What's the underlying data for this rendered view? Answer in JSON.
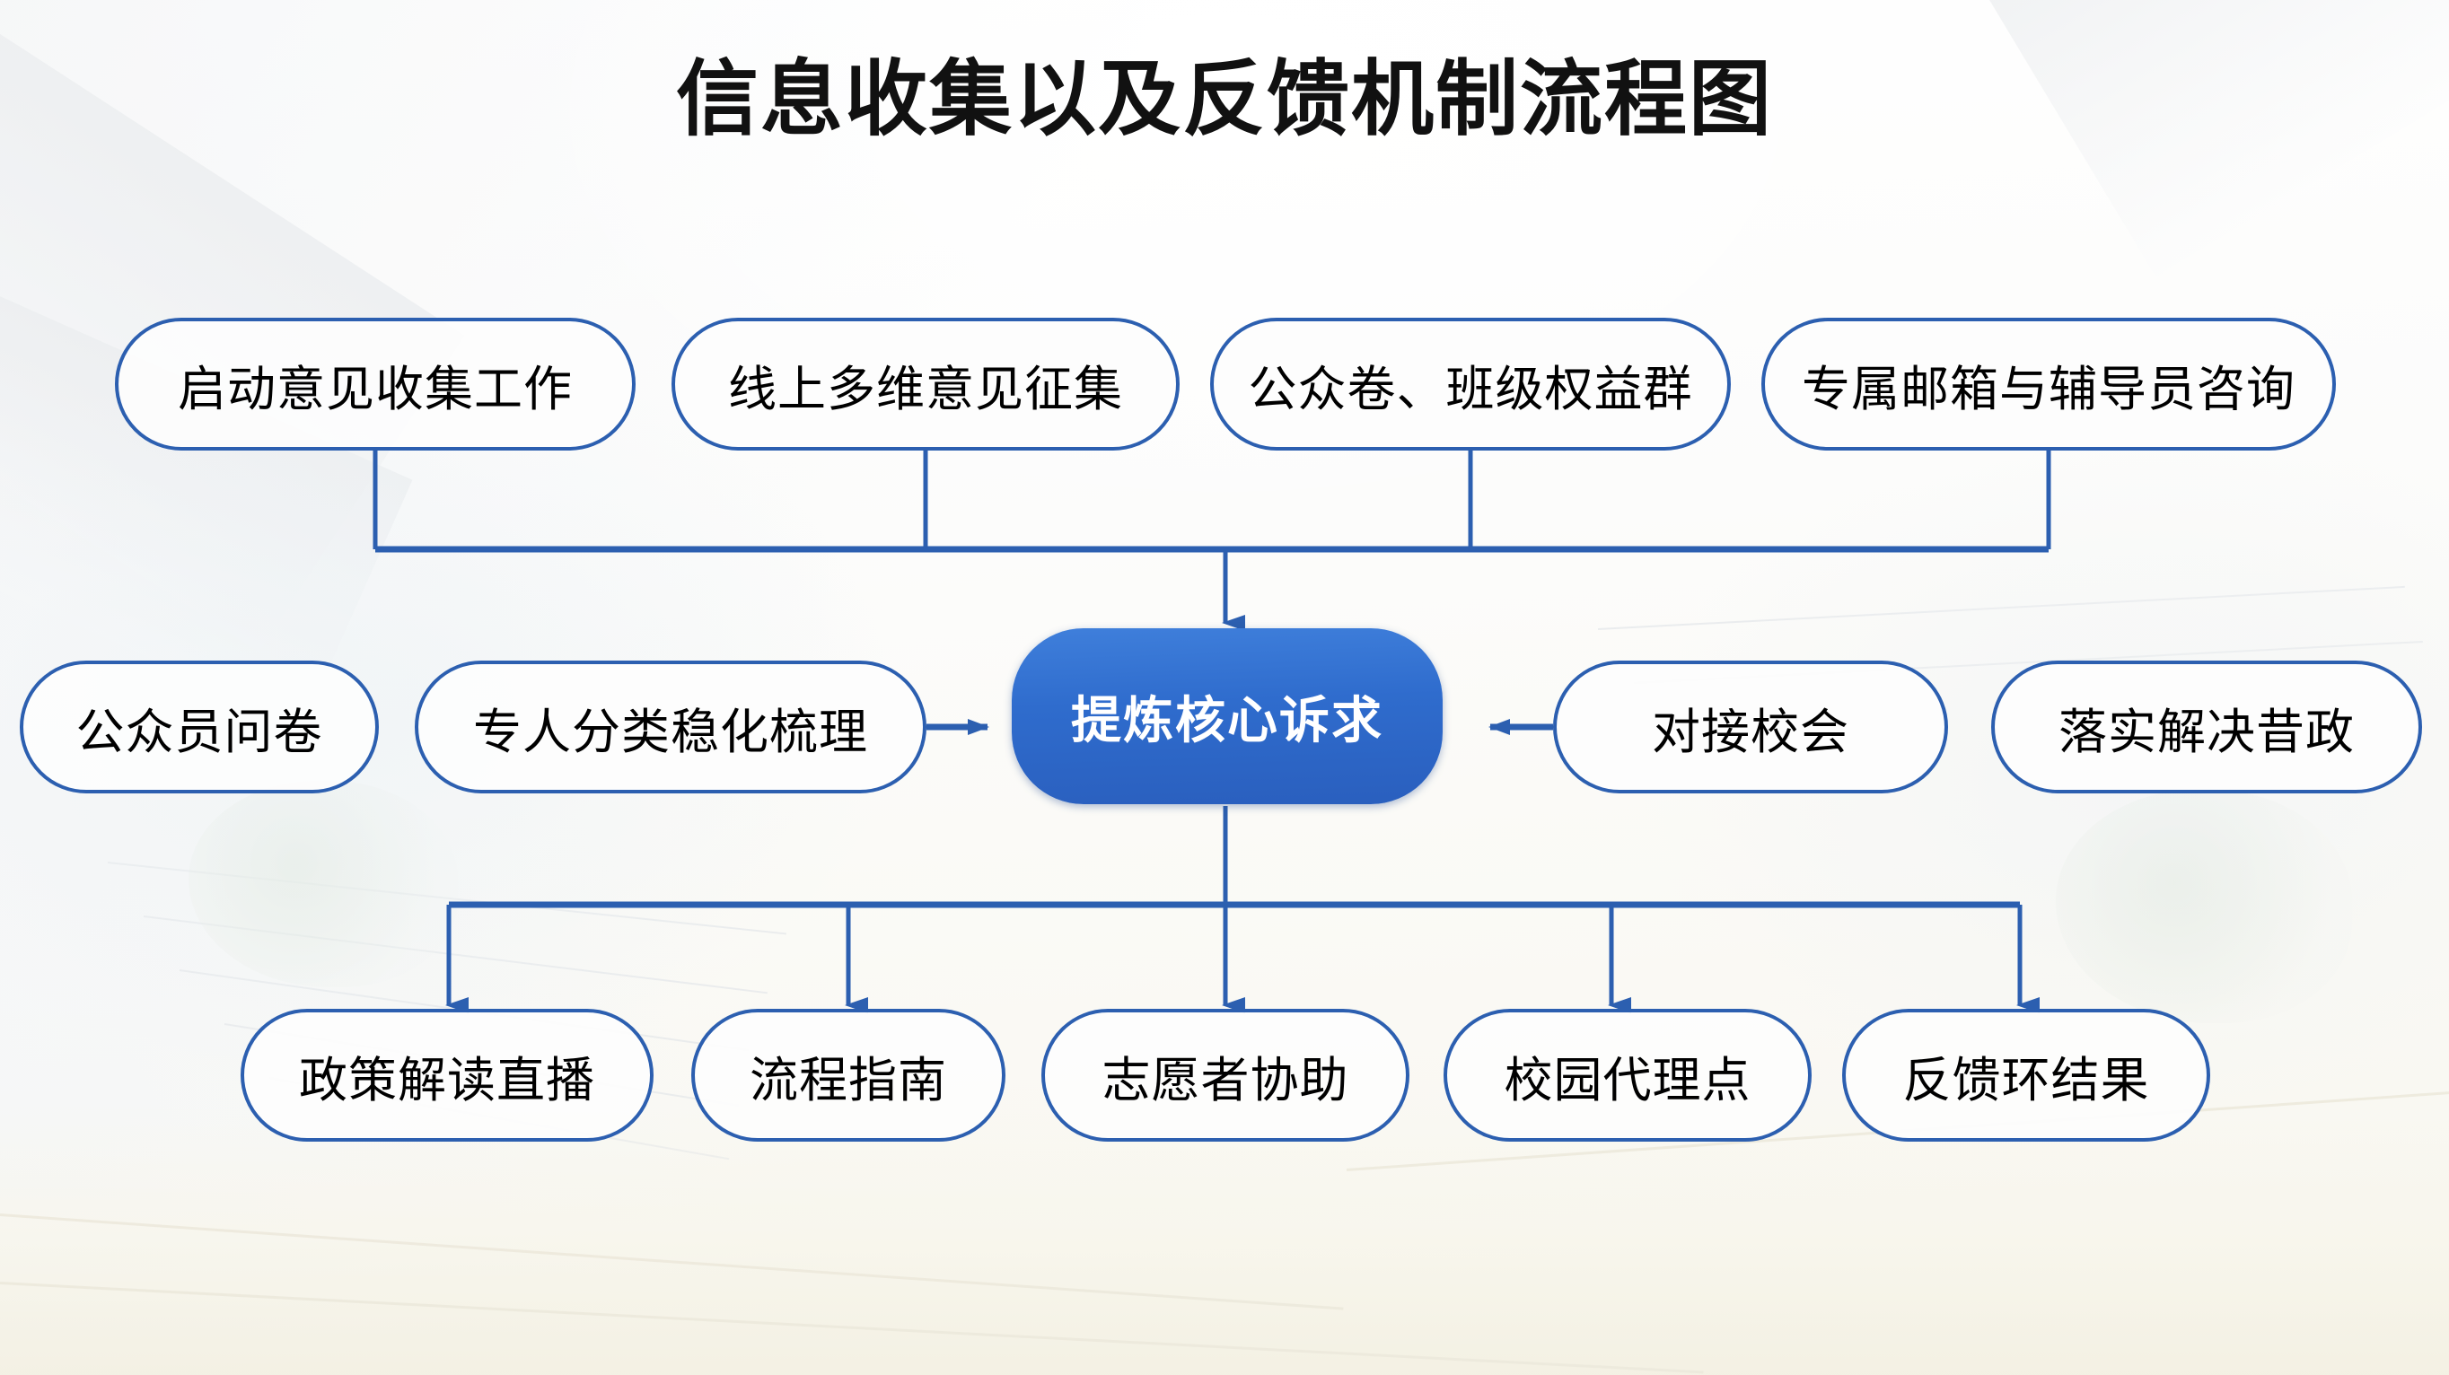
{
  "page": {
    "title": "信息收集以及反馈机制流程图",
    "accent_color": "#2c5fb0",
    "center_node_color": "#2f6ccd",
    "node_text_color": "#000000",
    "center_text_color": "#ffffff",
    "background_color": "#fdfdfc"
  },
  "chart_data": {
    "type": "diagram",
    "title": "信息收集以及反馈机制流程图",
    "nodes": [
      {
        "id": "n1",
        "label": "启动意见收集工作",
        "row": "top",
        "style": "outline"
      },
      {
        "id": "n2",
        "label": "线上多维意见征集",
        "row": "top",
        "style": "outline"
      },
      {
        "id": "n3",
        "label": "公众卷、班级权益群",
        "row": "top",
        "style": "outline"
      },
      {
        "id": "n4",
        "label": "专属邮箱与辅导员咨询",
        "row": "top",
        "style": "outline"
      },
      {
        "id": "n5",
        "label": "公众员问卷",
        "row": "middle",
        "style": "outline"
      },
      {
        "id": "n6",
        "label": "专人分类稳化梳理",
        "row": "middle",
        "style": "outline"
      },
      {
        "id": "n7",
        "label": "提炼核心诉求",
        "row": "middle",
        "style": "filled"
      },
      {
        "id": "n8",
        "label": "对接校会",
        "row": "middle",
        "style": "outline"
      },
      {
        "id": "n9",
        "label": "落实解决昔政",
        "row": "middle",
        "style": "outline"
      },
      {
        "id": "n10",
        "label": "政策解读直播",
        "row": "bottom",
        "style": "outline"
      },
      {
        "id": "n11",
        "label": "流程指南",
        "row": "bottom",
        "style": "outline"
      },
      {
        "id": "n12",
        "label": "志愿者协助",
        "row": "bottom",
        "style": "outline"
      },
      {
        "id": "n13",
        "label": "校园代理点",
        "row": "bottom",
        "style": "outline"
      },
      {
        "id": "n14",
        "label": "反馈环结果",
        "row": "bottom",
        "style": "outline"
      }
    ],
    "edges": [
      {
        "from": "n1",
        "to": "n7",
        "kind": "bus-down",
        "arrow": true
      },
      {
        "from": "n2",
        "to": "n7",
        "kind": "bus-down",
        "arrow": true
      },
      {
        "from": "n3",
        "to": "n7",
        "kind": "bus-down",
        "arrow": true
      },
      {
        "from": "n4",
        "to": "n7",
        "kind": "bus-down",
        "arrow": true
      },
      {
        "from": "n6",
        "to": "n7",
        "kind": "horizontal-right",
        "arrow": true
      },
      {
        "from": "n8",
        "to": "n7",
        "kind": "horizontal-left",
        "arrow": true
      },
      {
        "from": "n7",
        "to": "n10",
        "kind": "bus-fanout",
        "arrow": true
      },
      {
        "from": "n7",
        "to": "n11",
        "kind": "bus-fanout",
        "arrow": true
      },
      {
        "from": "n7",
        "to": "n12",
        "kind": "bus-fanout",
        "arrow": true
      },
      {
        "from": "n7",
        "to": "n13",
        "kind": "bus-fanout",
        "arrow": true
      },
      {
        "from": "n7",
        "to": "n14",
        "kind": "bus-fanout",
        "arrow": true
      }
    ],
    "layout": "three-row hub-and-spoke flowchart; four intake sources converge into a central hub, two lateral processing nodes feed it horizontally, and five outputs fan out below"
  }
}
